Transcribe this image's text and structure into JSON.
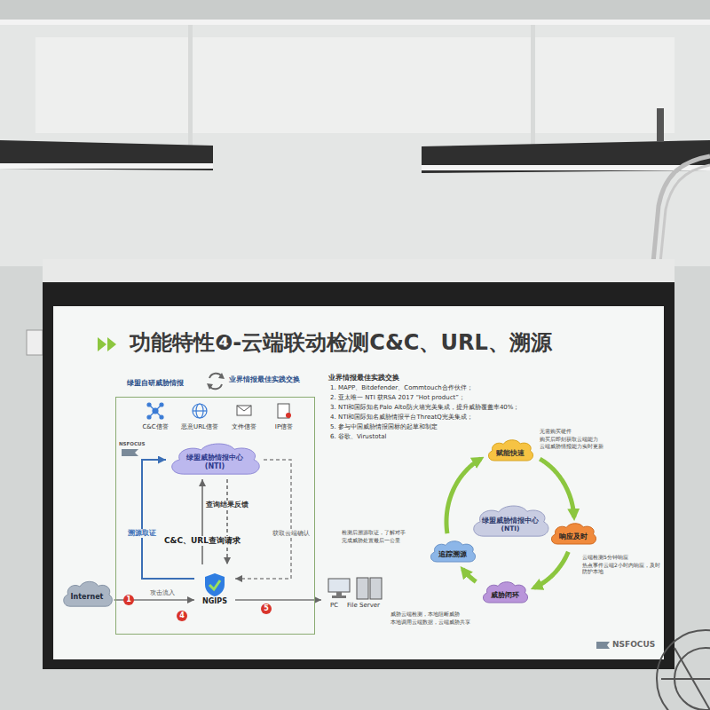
{
  "diagram": {
    "title": "功能特性❹-云端联动检测C&C、URL、溯源",
    "nodes": [
      {
        "text": [
          "绿盟自研威胁情报"
        ]
      },
      {
        "text": [
          "绿盟威胁情报中心 (NTI)"
        ],
        "in": 0
      },
      {
        "text": [
          "NGIPS"
        ],
        "in": 0
      },
      {
        "text": [
          "Internet"
        ]
      },
      {
        "text": [
          "PC",
          "File Server"
        ]
      },
      {
        "text": [
          "绿盟威胁情报中心 (NTI)"
        ]
      },
      {
        "text": [
          "赋能快速"
        ]
      },
      {
        "text": [
          "响应及时"
        ]
      },
      {
        "text": [
          "威胁闭环"
        ]
      },
      {
        "text": [
          "追踪溯源"
        ]
      }
    ],
    "edges": [
      {
        "from": 3,
        "to": 2,
        "arrow": "to",
        "label": "攻击流入"
      },
      {
        "from": 2,
        "to": 1,
        "arrow": "to",
        "label": "C&C、URL查询请求"
      },
      {
        "from": 1,
        "to": 2,
        "arrow": "to",
        "label": "查询结果反馈"
      },
      {
        "from": 2,
        "to": 1,
        "arrow": "to",
        "label": "溯源取证"
      },
      {
        "from": 1,
        "to": 2,
        "arrow": "to",
        "label": "获取云端确认"
      },
      {
        "from": 2,
        "to": 4,
        "arrow": "to"
      },
      {
        "from": 6,
        "to": 7,
        "arrow": "to"
      },
      {
        "from": 7,
        "to": 8,
        "arrow": "to"
      },
      {
        "from": 8,
        "to": 9,
        "arrow": "to"
      },
      {
        "from": 9,
        "to": 6,
        "arrow": "to"
      }
    ],
    "labels": [
      "业界情报最佳实践交换",
      "C&C信誉",
      "恶意URL信誉",
      "文件信誉",
      "IP信誉",
      "NSFOCUS",
      "1",
      "4",
      "5",
      "业界情报最佳实践交换",
      "1. MAPP、Bitdefender、Commtouch合作伙伴；",
      "2. 亚太唯一 NTI 获RSA 2017 “Hot product”；",
      "3. NTI和国际知名Palo Alto防火墙完美集成，提升威胁覆盖率40%；",
      "4. NTI和国际知名威胁情报平台ThreatQ完美集成；",
      "5. 参与中国威胁情报国标的起草和制定",
      "6. 谷歌、Virustotal",
      "无需购买硬件",
      "购买后即刻获取云端能力",
      "云端威胁情报能力实时更新",
      "云端检测5分钟响应",
      "热点事件云端2小时内响应，及时防护本地",
      "威胁云端检测，本地阻断威胁",
      "本地调用云端数据，云端威胁共享",
      "检测后溯源取证，了解对手",
      "完成威胁处置最后一公里",
      "NSFOCUS"
    ]
  }
}
